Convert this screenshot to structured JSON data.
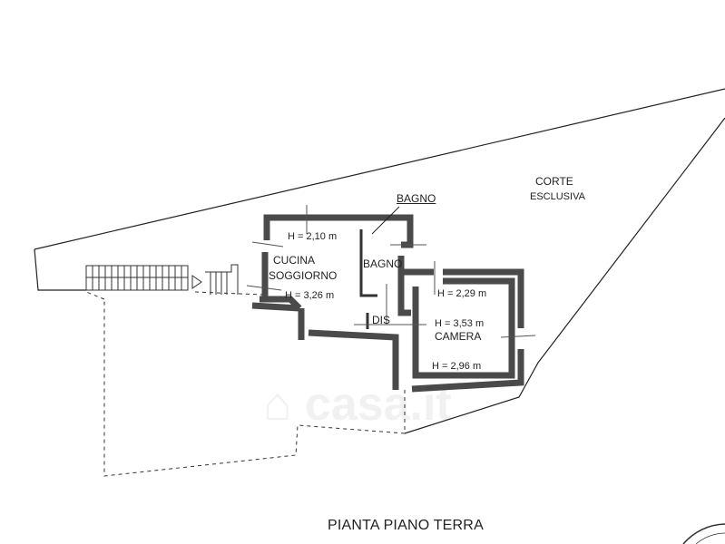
{
  "plan_title": "PIANTA PIANO TERRA",
  "outdoor_area": {
    "line1": "CORTE",
    "line2": "ESCLUSIVA"
  },
  "rooms": {
    "bagno_callout": "BAGNO",
    "cucina_line1": "CUCINA",
    "cucina_line2": "SOGGIORNO",
    "bagno": "BAGNO",
    "dis": "DIS",
    "camera": "CAMERA"
  },
  "heights": {
    "h1": "H = 2,10 m",
    "h2": "H = 3,26 m",
    "h3": "H = 2,29 m",
    "h4": "H = 3,53 m",
    "h5": "H = 2,96 m"
  },
  "watermark": "casa.it",
  "colors": {
    "wall": "#4a4a4a",
    "line": "#222222"
  }
}
